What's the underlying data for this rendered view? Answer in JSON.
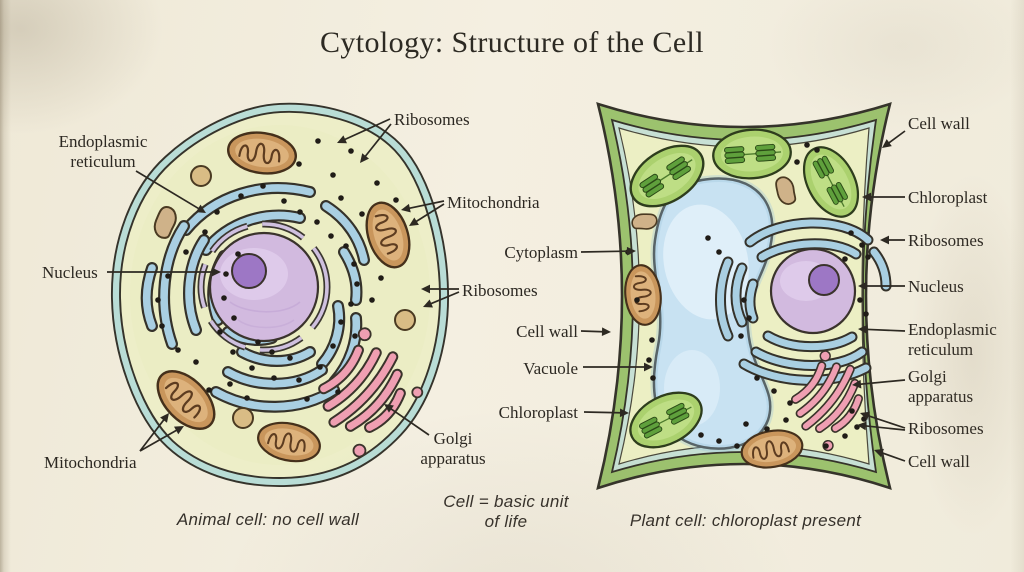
{
  "title": "Cytology: Structure of the Cell",
  "animal_cell": {
    "caption": "Animal cell: no cell wall",
    "labels": {
      "endoplasmic_reticulum": "Endoplasmic reticulum",
      "nucleus": "Nucleus",
      "mitochondria_lower": "Mitochondria",
      "ribosomes_upper": "Ribosomes",
      "mitochondria_upper": "Mitochondria",
      "ribosomes_lower": "Ribosomes",
      "golgi_apparatus": "Golgi apparatus"
    }
  },
  "plant_cell": {
    "caption": "Plant cell: chloroplast present",
    "labels_inner_column": {
      "cytoplasm": "Cytoplasm",
      "cell_wall": "Cell wall",
      "vacuole": "Vacuole",
      "chloroplast": "Chloroplast"
    },
    "labels_right_column": {
      "cell_wall_top": "Cell wall",
      "chloroplast": "Chloroplast",
      "ribosomes_upper": "Ribosomes",
      "nucleus": "Nucleus",
      "endoplasmic_reticulum": "Endoplasmic reticulum",
      "golgi_apparatus": "Golgi apparatus",
      "ribosomes_lower": "Ribosomes",
      "cell_wall_bottom": "Cell wall"
    }
  },
  "footnote": "Cell = basic unit of life",
  "palette": {
    "paper": "#f2edde",
    "ink": "#2d2922",
    "membrane": "#b9ddd6",
    "cytoplasm": "#edeec8",
    "nucleus": "#d2badf",
    "nucleolus": "#9d77c5",
    "endoplasmic_reticulum": "#a9cfe2",
    "mitochondrion": "#c9965c",
    "golgi": "#ef9fb2",
    "vesicle": "#d9bc85",
    "cell_wall": "#9cc26e",
    "vacuole": "#c8e2f2",
    "chloroplast": "#abd16e",
    "grana": "#5fa03c"
  }
}
